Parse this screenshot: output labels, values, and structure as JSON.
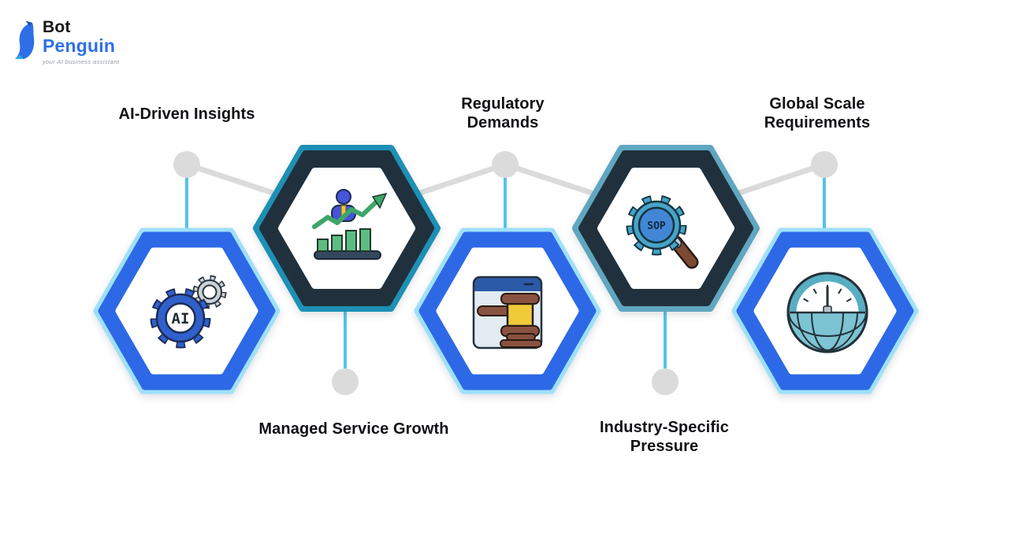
{
  "logo": {
    "bot": "Bot",
    "penguin": "Penguin",
    "tagline": "your AI business assistant"
  },
  "nodes": [
    {
      "id": "ai-driven-insights",
      "label": "AI-Driven Insights",
      "style": "blue",
      "label_position": "top",
      "icon": "ai-gears-icon",
      "icon_text": "AI"
    },
    {
      "id": "managed-service-growth",
      "label": "Managed Service Growth",
      "style": "dark",
      "label_position": "bottom",
      "icon": "growth-chart-icon"
    },
    {
      "id": "regulatory-demands",
      "label": "Regulatory\nDemands",
      "style": "blue",
      "label_position": "top",
      "icon": "gavel-browser-icon"
    },
    {
      "id": "industry-specific-pressure",
      "label": "Industry-Specific\nPressure",
      "style": "dark",
      "label_position": "bottom",
      "icon": "sop-magnifier-icon",
      "icon_text": "SOP"
    },
    {
      "id": "global-scale-requirements",
      "label": "Global Scale\nRequirements",
      "style": "blue",
      "label_position": "top",
      "icon": "globe-gauge-icon"
    }
  ],
  "colors": {
    "blue_hex": "#2D69E6",
    "light_blue_border": "#9FE0FA",
    "dark_hex": "#20313D",
    "teal_border_strong": "#1D90B5",
    "teal_border_muted": "#5FA6C0",
    "connector_gray": "#DBDBDB",
    "connector_cyan": "#54C3EB",
    "white": "#FFFFFF",
    "label_text": "#101114",
    "logo_blue": "#2E6FE8",
    "logo_black": "#151515",
    "tagline_gray": "#9299A3"
  }
}
